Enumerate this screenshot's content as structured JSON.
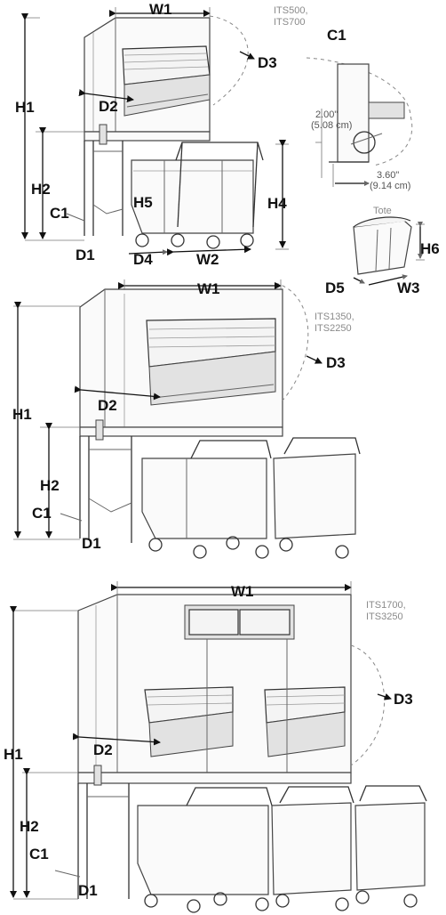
{
  "models": {
    "top": "ITS500,\nITS700",
    "middle": "ITS1350,\nITS2250",
    "bottom": "ITS1700,\nITS3250"
  },
  "labels": {
    "w1": "W1",
    "w2": "W2",
    "w3": "W3",
    "h1": "H1",
    "h2": "H2",
    "h4": "H4",
    "h5": "H5",
    "h6": "H6",
    "d1": "D1",
    "d2": "D2",
    "d3": "D3",
    "d4": "D4",
    "d5": "D5",
    "c1": "C1"
  },
  "detail": {
    "title": "C1",
    "dim_a": "2.00\"",
    "dim_a_cm": "(5.08 cm)",
    "dim_b": "3.60\"",
    "dim_b_cm": "(9.14 cm)"
  },
  "tote": {
    "title": "Tote"
  }
}
